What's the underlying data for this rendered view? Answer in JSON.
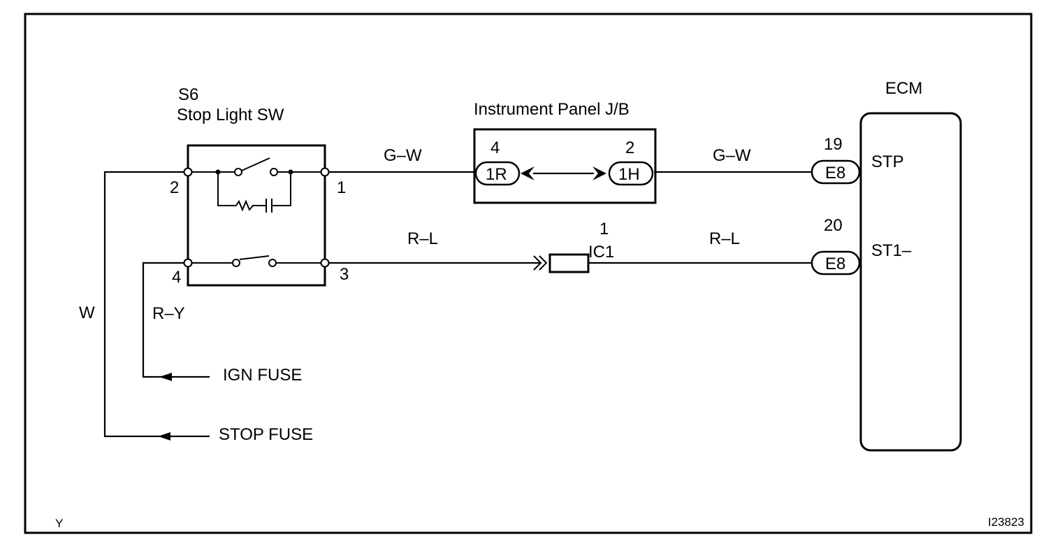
{
  "switch": {
    "code": "S6",
    "name": "Stop Light SW",
    "pins": [
      "2",
      "1",
      "4",
      "3"
    ]
  },
  "junction_block": {
    "name": "Instrument Panel J/B",
    "pin_left": "4",
    "connector_left": "1R",
    "pin_right": "2",
    "connector_right": "1H"
  },
  "ecm": {
    "name": "ECM",
    "pin_stp": "19",
    "connector_stp": "E8",
    "label_stp": "STP",
    "pin_st1": "20",
    "connector_st1": "E8",
    "label_st1": "ST1–"
  },
  "connector_ic": {
    "pin": "1",
    "name": "IC1"
  },
  "wires": {
    "gw_left": "G–W",
    "gw_right": "G–W",
    "rl_left": "R–L",
    "rl_right": "R–L",
    "w": "W",
    "ry": "R–Y"
  },
  "fuses": {
    "ign": "IGN FUSE",
    "stop": "STOP FUSE"
  },
  "footer": {
    "corner_left": "Y",
    "figure_id": "I23823"
  }
}
